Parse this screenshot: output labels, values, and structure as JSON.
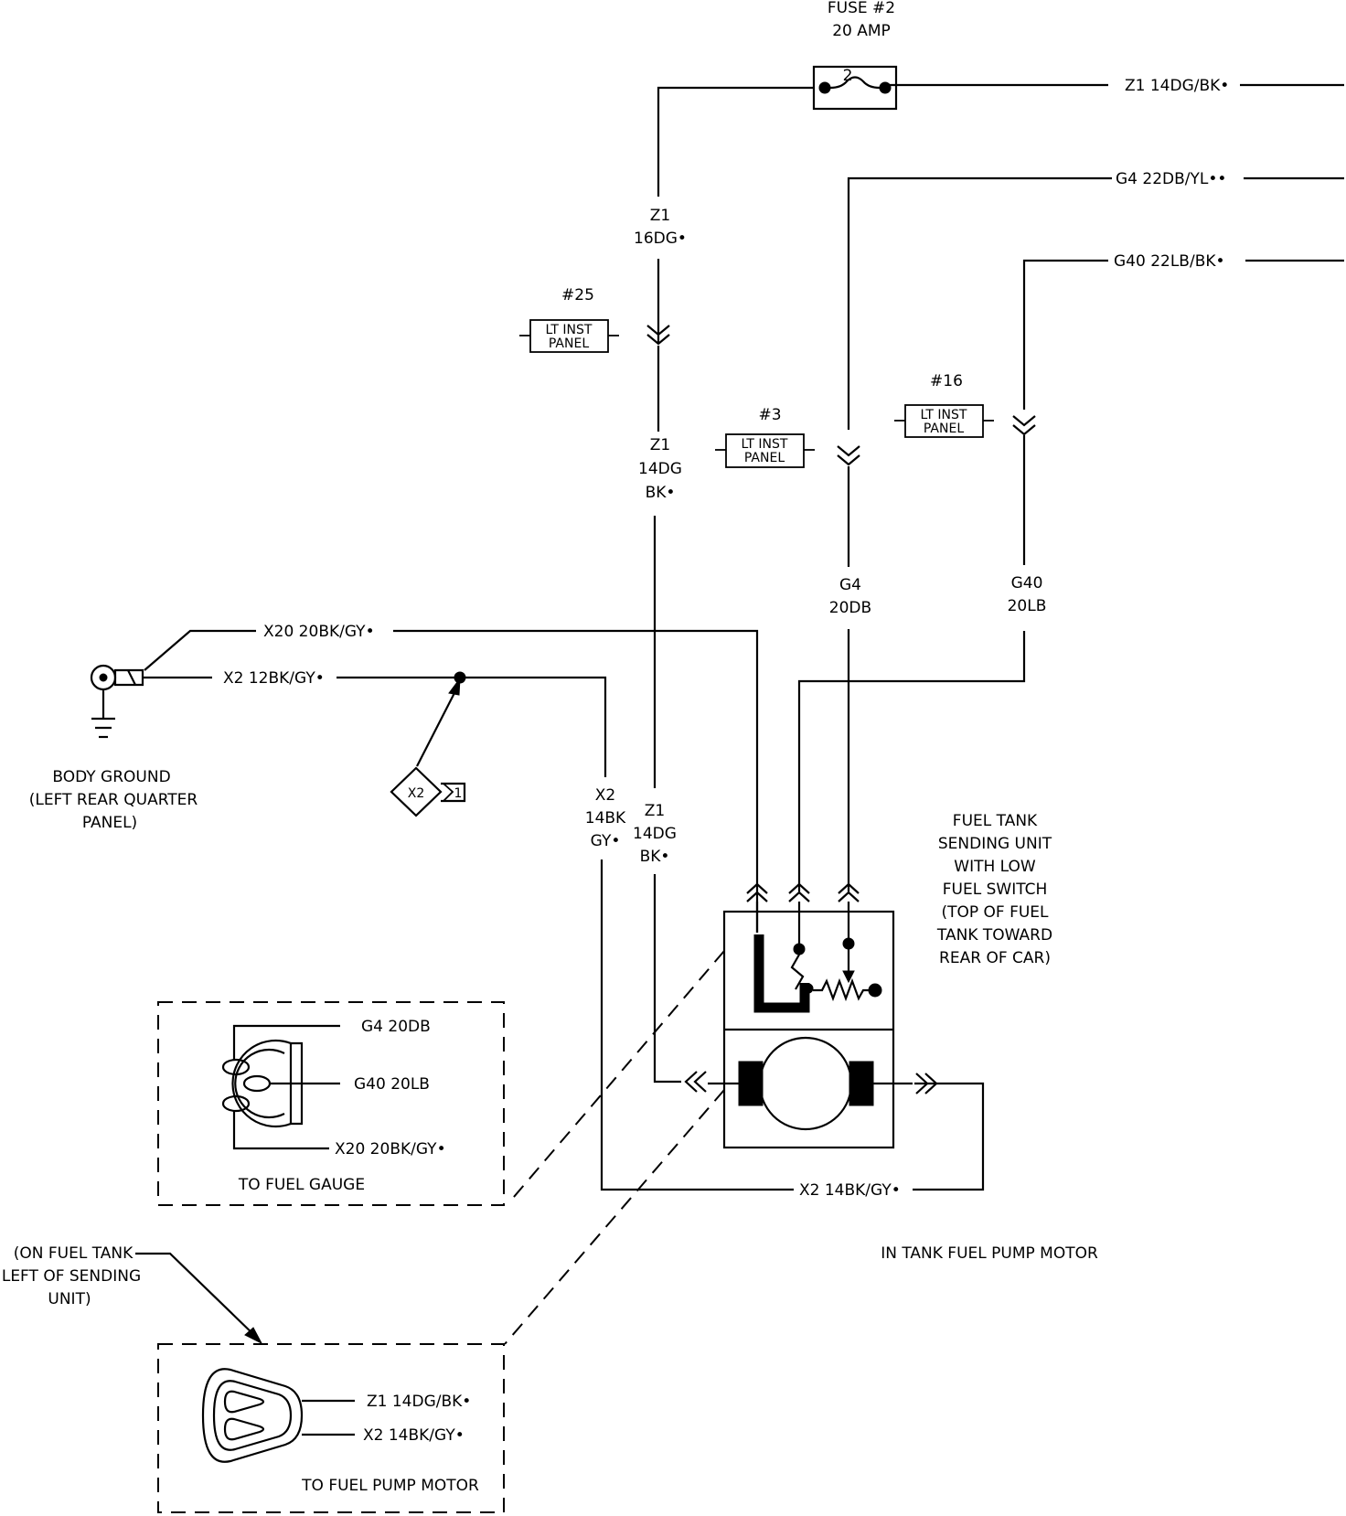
{
  "fuse": {
    "line1": "FUSE #2",
    "line2": "20 AMP",
    "number": "2"
  },
  "wires": {
    "z1_top_right": "Z1 14DG/BK•",
    "g4_top_right": "G4 22DB/YL••",
    "g40_top_right": "G40 22LB/BK•",
    "z1_upper_a": "Z1",
    "z1_upper_b": "16DG•",
    "z1_mid_a": "Z1",
    "z1_mid_b": "14DG",
    "z1_mid_c": "BK•",
    "g4_a": "G4",
    "g4_b": "20DB",
    "g40_a": "G40",
    "g40_b": "20LB",
    "x20": "X20 20BK/GY•",
    "x2_ground": "X2 12BK/GY•",
    "x2_vert_a": "X2",
    "x2_vert_b": "14BK",
    "x2_vert_c": "GY•",
    "z1_low_a": "Z1",
    "z1_low_b": "14DG",
    "z1_low_c": "BK•",
    "x2_bottom": "X2 14BK/GY•"
  },
  "connectors": {
    "c25": {
      "id": "#25",
      "line1": "LT INST",
      "line2": "PANEL"
    },
    "c3": {
      "id": "#3",
      "line1": "LT INST",
      "line2": "PANEL"
    },
    "c16": {
      "id": "#16",
      "line1": "LT INST",
      "line2": "PANEL"
    }
  },
  "splice": {
    "label": "X2",
    "pin": "1"
  },
  "ground": {
    "line1": "BODY GROUND",
    "line2": "(LEFT REAR QUARTER",
    "line3": "PANEL)"
  },
  "sending_unit": {
    "line1": "FUEL TANK",
    "line2": "SENDING UNIT",
    "line3": "WITH LOW",
    "line4": "FUEL SWITCH",
    "line5": "(TOP OF FUEL",
    "line6": "TANK TOWARD",
    "line7": "REAR OF CAR)"
  },
  "pump_motor_label": "IN TANK FUEL PUMP MOTOR",
  "gauge_connector": {
    "pin1": "G4 20DB",
    "pin2": "G40 20LB",
    "pin3": "X20 20BK/GY•",
    "caption": "TO FUEL GAUGE"
  },
  "pump_connector": {
    "location1": "(ON FUEL TANK",
    "location2": "LEFT OF SENDING",
    "location3": "UNIT)",
    "pin1": "Z1 14DG/BK•",
    "pin2": "X2 14BK/GY•",
    "caption": "TO FUEL PUMP MOTOR"
  }
}
